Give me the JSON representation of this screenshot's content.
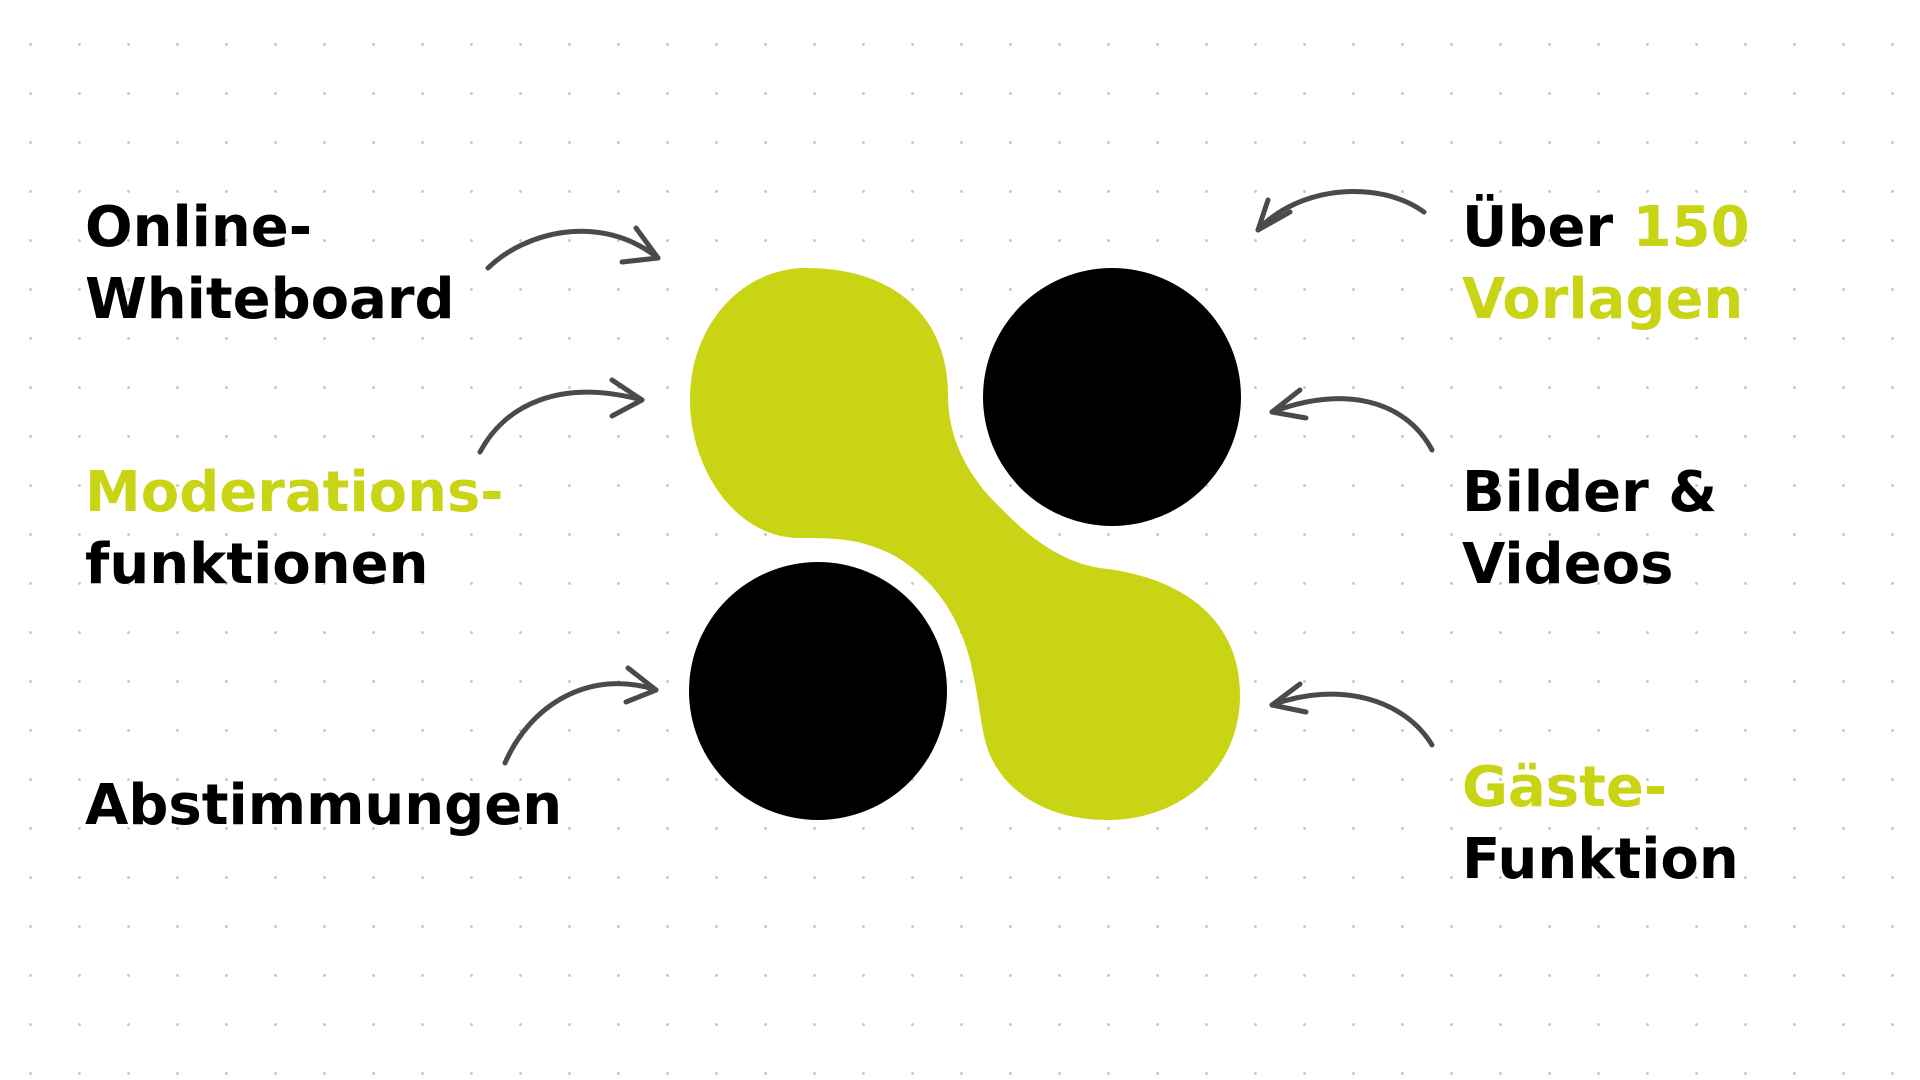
{
  "colors": {
    "accent": "#c8d414",
    "text": "#000000",
    "shapes_dark": "#000000",
    "arrows": "#4a4a4a",
    "dots": "#c9c9c9",
    "background": "#ffffff"
  },
  "left_features": [
    {
      "line1": "Online-",
      "line2": "Whiteboard"
    },
    {
      "line1": "Moderations-",
      "line2": "funktionen"
    },
    {
      "line1": "Abstimmungen"
    }
  ],
  "right_features": [
    {
      "line1": "Über",
      "line1_highlight": "150",
      "line2": "Vorlagen"
    },
    {
      "line1": "Bilder &",
      "line2": "Videos"
    },
    {
      "line1": "Gäste-",
      "line2": "Funktion"
    }
  ],
  "logo": {
    "icon": "four-dot-logo-icon"
  },
  "arrows": {
    "icon": "hand-drawn-arrow-icon",
    "count": 6
  }
}
